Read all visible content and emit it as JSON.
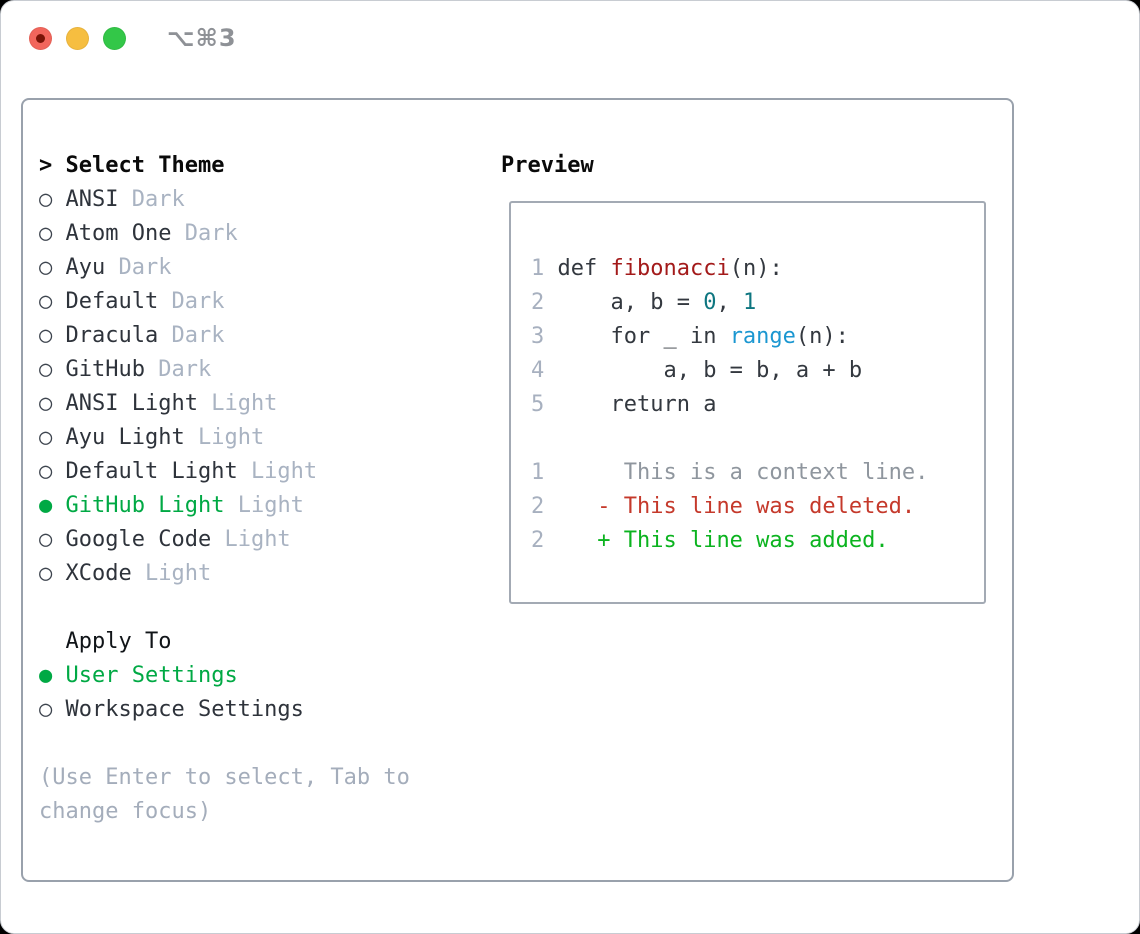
{
  "window": {
    "title": "⌥⌘3",
    "controls": [
      {
        "id": "close",
        "color": "#f2665c",
        "edited_dot": true
      },
      {
        "id": "minimize",
        "color": "#f6be40",
        "edited_dot": false
      },
      {
        "id": "zoom",
        "color": "#33c748",
        "edited_dot": false
      }
    ]
  },
  "colors": {
    "selection_green": "#00a944",
    "added_green": "#0bb31f",
    "deleted_red": "#c5392b",
    "function_red": "#a31a1a",
    "number_teal": "#0e7680",
    "builtin_blue": "#1b97d1",
    "muted_tag_gray": "#a9b3c2",
    "panel_border_gray": "#99a1ac"
  },
  "theme_list": {
    "header": "Select Theme",
    "focus_caret": "> ",
    "items": [
      {
        "id": "ansi-dark",
        "label": "ANSI",
        "variant": "Dark",
        "selected": false
      },
      {
        "id": "atom-one-dark",
        "label": "Atom One",
        "variant": "Dark",
        "selected": false
      },
      {
        "id": "ayu-dark",
        "label": "Ayu",
        "variant": "Dark",
        "selected": false
      },
      {
        "id": "default-dark",
        "label": "Default",
        "variant": "Dark",
        "selected": false
      },
      {
        "id": "dracula-dark",
        "label": "Dracula",
        "variant": "Dark",
        "selected": false
      },
      {
        "id": "github-dark",
        "label": "GitHub",
        "variant": "Dark",
        "selected": false
      },
      {
        "id": "ansi-light",
        "label": "ANSI Light",
        "variant": "Light",
        "selected": false
      },
      {
        "id": "ayu-light",
        "label": "Ayu Light",
        "variant": "Light",
        "selected": false
      },
      {
        "id": "default-light",
        "label": "Default Light",
        "variant": "Light",
        "selected": false
      },
      {
        "id": "github-light",
        "label": "GitHub Light",
        "variant": "Light",
        "selected": true
      },
      {
        "id": "google-code",
        "label": "Google Code",
        "variant": "Light",
        "selected": false
      },
      {
        "id": "xcode",
        "label": "XCode",
        "variant": "Light",
        "selected": false
      }
    ]
  },
  "apply_to": {
    "header": "Apply To",
    "items": [
      {
        "id": "user-settings",
        "label": "User Settings",
        "selected": true
      },
      {
        "id": "workspace-settings",
        "label": "Workspace Settings",
        "selected": false
      }
    ]
  },
  "hint_lines": [
    "(Use Enter to select, Tab to",
    "change focus)"
  ],
  "preview": {
    "header": "Preview",
    "rows": [
      {
        "name": "code-line-1",
        "segments": [
          {
            "t": "1 ",
            "c": "ln"
          },
          {
            "t": "def ",
            "c": "code"
          },
          {
            "t": "fibonacci",
            "c": "fn"
          },
          {
            "t": "(n):",
            "c": "code"
          }
        ]
      },
      {
        "name": "code-line-2",
        "segments": [
          {
            "t": "2 ",
            "c": "ln"
          },
          {
            "t": "    a, b = ",
            "c": "code"
          },
          {
            "t": "0",
            "c": "num"
          },
          {
            "t": ", ",
            "c": "code"
          },
          {
            "t": "1",
            "c": "num"
          }
        ]
      },
      {
        "name": "code-line-3",
        "segments": [
          {
            "t": "3 ",
            "c": "ln"
          },
          {
            "t": "    for _ in ",
            "c": "code"
          },
          {
            "t": "range",
            "c": "builtin"
          },
          {
            "t": "(n):",
            "c": "code"
          }
        ]
      },
      {
        "name": "code-line-4",
        "segments": [
          {
            "t": "4 ",
            "c": "ln"
          },
          {
            "t": "        a, b = b, a + b",
            "c": "code"
          }
        ]
      },
      {
        "name": "code-line-5",
        "segments": [
          {
            "t": "5 ",
            "c": "ln"
          },
          {
            "t": "    return a",
            "c": "code"
          }
        ]
      },
      {
        "name": "blank-line",
        "segments": []
      },
      {
        "name": "diff-context-line",
        "segments": [
          {
            "t": "1",
            "c": "ln"
          },
          {
            "t": "      This is a context line.",
            "c": "ctx"
          }
        ]
      },
      {
        "name": "diff-deleted-line",
        "segments": [
          {
            "t": "2",
            "c": "ln"
          },
          {
            "t": "    ",
            "c": "code"
          },
          {
            "t": "- This line was deleted.",
            "c": "del"
          }
        ]
      },
      {
        "name": "diff-added-line",
        "segments": [
          {
            "t": "2",
            "c": "ln"
          },
          {
            "t": "    ",
            "c": "code"
          },
          {
            "t": "+ This line was added.",
            "c": "add"
          }
        ]
      }
    ]
  }
}
